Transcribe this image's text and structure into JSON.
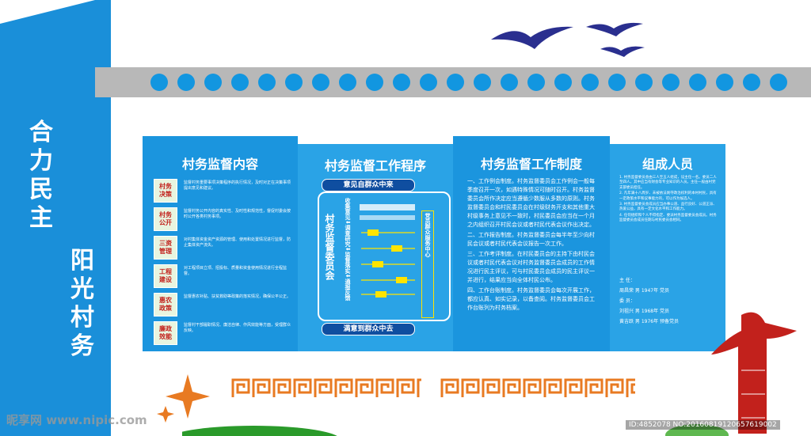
{
  "slogan": {
    "line1": "合力民主",
    "line2": "阳光村务"
  },
  "panel1": {
    "title": "村务监督内容",
    "items": [
      {
        "label": "村务\n决策",
        "text": "监督村务重要事项决策程序的执行情况，及时对正在决策事项提出意见和建议。"
      },
      {
        "label": "村务\n公开",
        "text": "监督村务公开内容的真实性、及时性和规范性，督促村委会按时公开各类村务事项。"
      },
      {
        "label": "三资\n管理",
        "text": "对村集体资金资产资源的管理、使用和处置情况进行监督，防止集体资产流失。"
      },
      {
        "label": "工程\n建设",
        "text": "对工程项目立项、招投标、质量和资金使用情况进行全程监督。"
      },
      {
        "label": "惠农\n政策",
        "text": "监督惠农补贴、扶贫救助等政策的落实情况，确保公平公正。"
      },
      {
        "label": "廉政\n效能",
        "text": "监督村干部履职情况、廉洁自律、作风效能等方面，受理群众反映。"
      }
    ]
  },
  "panel2": {
    "title": "村务监督工作程序",
    "top_pill": "意见自群众中来",
    "bottom_pill": "满意到群众中去",
    "left_label": "村务监督委员会",
    "center_steps": "收集意见⬇调查研究⬇监督落实⬇通报反馈",
    "right_label": "党员群众服务中心"
  },
  "panel3": {
    "title": "村务监督工作制度",
    "paragraphs": [
      "一、工作例会制度。村务监督委员会工作例会一般每季度召开一次，如遇特殊情况可随时召开。村务监督委员会所作决定应当遵循少数服从多数的原则。村务监督委员会和村民委员会在村级财务开支和其他重大村级事务上意见不一致时，村民委员会应当在一个月之内组织召开村民会议或者村民代表会议作出决定。",
      "二、工作报告制度。村务监督委员会每半年至少向村民会议或者村民代表会议报告一次工作。",
      "三、工作考评制度。在村民委员会的主持下由村民会议或者村民代表会议对村务监督委员会成员的工作情况进行民主评议，可与村民委员会成员的民主评议一并进行，结果应当向全体村民公布。",
      "四、工作台账制度。村务监督委员会每次开展工作，都应认真、如实记录，以备查阅。村务监督委员会工作台账列为村务档案。"
    ]
  },
  "panel4": {
    "title": "组成人员",
    "paragraphs": [
      "1. 村务监督委员会由三人至五人组成，设主任一名。委员二人至四人，其中应当有财会等专业知识的人员。主任一般由村党支部委员担任。",
      "2. 凡年满十八周岁、未被依法剥夺政治权利的本村村民，具有一定政策水平和议事能力的，可以作为候选人。",
      "3. 村务监督委员会成员应当办事公道、品行良好、公道正派、热爱公益，具有一定文化水平和工作能力。",
      "4. 任何组织和个人不得指定、委派村务监督委员会成员。村务监督委员会成员任期与村民委员会相同。"
    ],
    "chair_label": "主 任：",
    "chair": "周昌荣  男  1947年  党员",
    "members_label": "委 员：",
    "members": [
      "刘祖兴  男  1968年  党员",
      "黄吉跃  男  1976年  预备党员"
    ]
  },
  "watermark": {
    "site": "昵享网 www.nipic.com",
    "id": "ID:4852078 NO:20160819120657619002"
  },
  "colors": {
    "panel_blue": "#1b95de",
    "banner_blue": "#1a8fd9",
    "bird_navy": "#2a2f8f",
    "orange": "#e87a22",
    "red": "#c2211c"
  }
}
